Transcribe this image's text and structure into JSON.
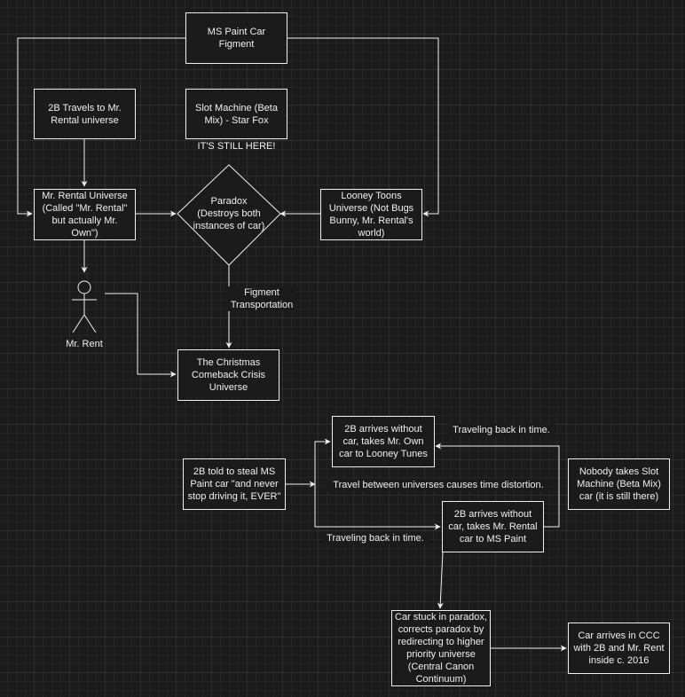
{
  "diagram": {
    "nodes": {
      "ms_paint": "MS Paint Car Figment",
      "twob_travels": "2B Travels to Mr. Rental universe",
      "slot_machine": "Slot Machine (Beta Mix) - Star Fox",
      "mr_rental_universe": "Mr. Rental Universe (Called \"Mr. Rental\" but actually Mr. Own\")",
      "paradox": "Paradox\n(Destroys both\ninstances of car)",
      "looney_toons": "Looney Toons Universe (Not Bugs Bunny, Mr. Rental's world)",
      "christmas": "The Christmas Comeback Crisis Universe",
      "told_to_steal": "2B told to steal MS Paint car \"and never stop driving it, EVER\"",
      "arrives_own": "2B arrives without car, takes Mr. Own car to Looney Tunes",
      "arrives_rental": "2B arrives without car, takes Mr. Rental car to MS Paint",
      "nobody_takes": "Nobody takes Slot Machine (Beta Mix) car (it is still there)",
      "stuck_paradox": "Car stuck in paradox, corrects paradox by redirecting to higher priority universe (Central Canon Continuum)",
      "arrives_ccc": "Car arrives in CCC with 2B and Mr. Rent inside c. 2016"
    },
    "labels": {
      "still_here": "IT'S STILL HERE!",
      "mr_rent": "Mr. Rent",
      "figment_transport": "Figment\nTransportation",
      "back_in_time_1": "Traveling back in time.",
      "time_distortion": "Travel between universes causes time distortion.",
      "back_in_time_2": "Traveling back in time."
    },
    "colors": {
      "background": "#1b1b1b",
      "stroke": "#f0f0f0",
      "grid": "#2e2e2e"
    }
  }
}
